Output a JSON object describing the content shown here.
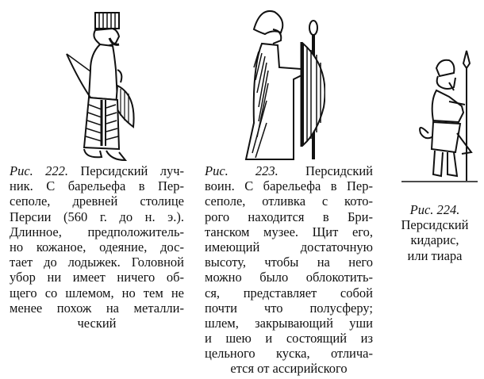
{
  "figures": [
    {
      "id": "222",
      "label": "Рис. 222.",
      "illustration": "persian-archer",
      "lines": [
        "Персидский луч-",
        "ник. С барельефа в Пер-",
        "сеполе, древней столице",
        "Персии (560 г. до н. э.).",
        "Длинное, предположитель-",
        "но кожаное, одеяние, дос-",
        "тает до лодыжек. Головной",
        "убор ни имеет ничего об-",
        "щего со шлемом, но тем не",
        "менее похож на металли-",
        "ческий"
      ]
    },
    {
      "id": "223",
      "label": "Рис. 223.",
      "illustration": "persian-warrior-with-shield",
      "lines": [
        "Персидский",
        "воин. С барельефа в Пер-",
        "сеполе, отливка с кото-",
        "рого находится в Бри-",
        "танском музее. Щит его,",
        "имеющий достаточную",
        "высоту, чтобы на него",
        "можно было облокотить-",
        "ся, представляет собой",
        "почти что полусферу;",
        "шлем, закрывающий уши",
        "и шею и состоящий из",
        "цельного куска, отлича-",
        "ется от ассирийского"
      ]
    },
    {
      "id": "224",
      "label": "Рис. 224.",
      "illustration": "persian-kidaris-spearman",
      "lines": [
        "Персидский",
        "кидарис,",
        "или тиара"
      ]
    }
  ]
}
